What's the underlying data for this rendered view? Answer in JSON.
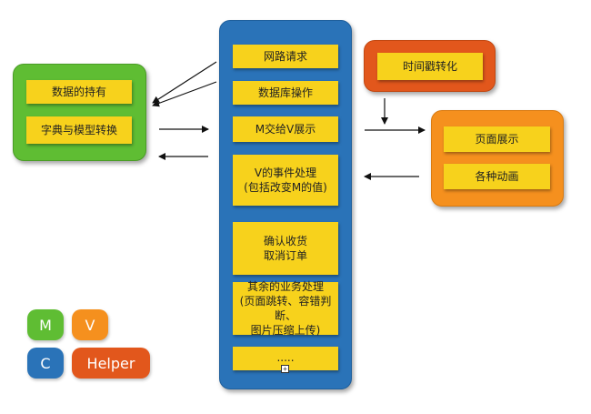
{
  "model": {
    "items": [
      {
        "label": "数据的持有"
      },
      {
        "label": "字典与模型转换"
      }
    ]
  },
  "controller": {
    "items": [
      {
        "label": "网路请求"
      },
      {
        "label": "数据库操作"
      },
      {
        "label": "M交给V展示"
      },
      {
        "label": "V的事件处理\n(包括改变M的值)"
      },
      {
        "label": "确认收货\n取消订单"
      },
      {
        "label": "其余的业务处理\n(页面跳转、容错判断、\n图片压缩上传)"
      },
      {
        "label": "....."
      }
    ]
  },
  "helper": {
    "items": [
      {
        "label": "时间戳转化"
      }
    ]
  },
  "view": {
    "items": [
      {
        "label": "页面展示"
      },
      {
        "label": "各种动画"
      }
    ]
  },
  "legend": {
    "m": "M",
    "v": "V",
    "c": "C",
    "helper": "Helper"
  },
  "colors": {
    "model": "#5fbd33",
    "controller": "#2a73b8",
    "view": "#f5901e",
    "helper": "#e2571c",
    "note": "#f7d21c"
  }
}
